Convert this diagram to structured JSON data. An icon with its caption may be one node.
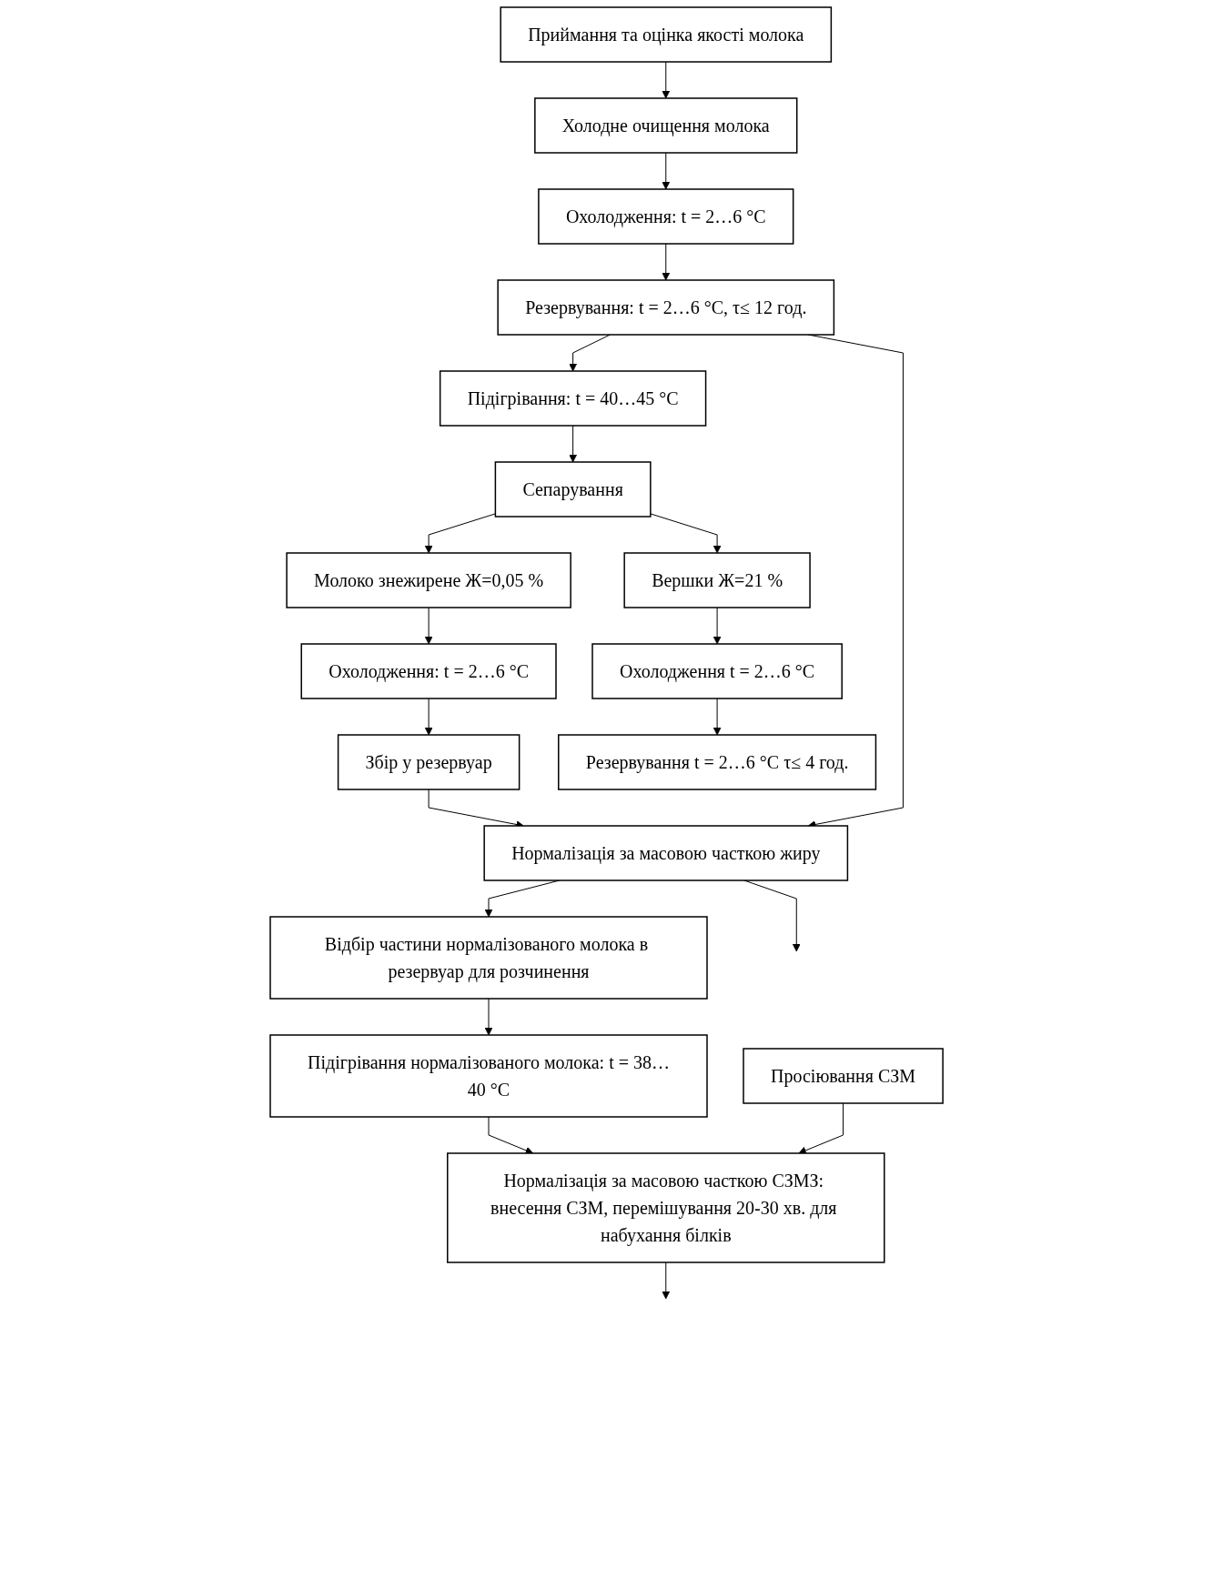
{
  "diagram": {
    "nodes": [
      {
        "text": [
          "Приймання та оцінка якості молока"
        ]
      },
      {
        "text": [
          "Холодне очищення молока"
        ]
      },
      {
        "text": [
          "Охолодження: t = 2…6 °С"
        ]
      },
      {
        "text": [
          "Резервування: t = 2…6 °С, τ≤ 12 год."
        ]
      },
      {
        "text": [
          "Підігрівання: t = 40…45 °С"
        ]
      },
      {
        "text": [
          "Сепарування"
        ]
      },
      {
        "text": [
          "Молоко знежирене Ж=0,05 %"
        ]
      },
      {
        "text": [
          "Вершки Ж=21 %"
        ]
      },
      {
        "text": [
          "Охолодження: t = 2…6 °С"
        ]
      },
      {
        "text": [
          "Охолодження t = 2…6 °С"
        ]
      },
      {
        "text": [
          "Збір у резервуар"
        ]
      },
      {
        "text": [
          "Резервування t = 2…6 °С τ≤ 4 год."
        ]
      },
      {
        "text": [
          "Нормалізація за масовою часткою жиру"
        ]
      },
      {
        "text": [
          "Відбір частини нормалізованого молока в резервуар для розчинення"
        ]
      },
      {
        "text": [
          "Підігрівання нормалізованого молока: t = 38…40 °С"
        ]
      },
      {
        "text": [
          "Нормалізація за масовою часткою СЗМЗ: внесення СЗМ, перемішування 20-30 хв. для набухання білків"
        ]
      },
      {
        "text": [
          "Просіювання СЗМ"
        ]
      }
    ],
    "edges": [
      {
        "from": 0,
        "to": 1,
        "arrow": "to"
      },
      {
        "from": 1,
        "to": 2,
        "arrow": "to"
      },
      {
        "from": 2,
        "to": 3,
        "arrow": "to"
      },
      {
        "from": 3,
        "to": 4,
        "arrow": "to"
      },
      {
        "from": 4,
        "to": 5,
        "arrow": "to"
      },
      {
        "from": 5,
        "to": 6,
        "arrow": "to"
      },
      {
        "from": 5,
        "to": 7,
        "arrow": "to"
      },
      {
        "from": 6,
        "to": 8,
        "arrow": "to"
      },
      {
        "from": 7,
        "to": 9,
        "arrow": "to"
      },
      {
        "from": 8,
        "to": 10,
        "arrow": "to"
      },
      {
        "from": 9,
        "to": 11,
        "arrow": "to"
      },
      {
        "from": 10,
        "to": 12,
        "arrow": "to"
      },
      {
        "from": 3,
        "to": 12,
        "arrow": "to"
      },
      {
        "from": 12,
        "to": 13,
        "arrow": "to"
      },
      {
        "from": 13,
        "to": 14,
        "arrow": "to"
      },
      {
        "from": 14,
        "to": 15,
        "arrow": "to"
      },
      {
        "from": 16,
        "to": 15,
        "arrow": "to"
      },
      {
        "from": 15,
        "to": null,
        "arrow": "to"
      },
      {
        "from": 12,
        "to": null,
        "arrow": "to"
      }
    ]
  }
}
